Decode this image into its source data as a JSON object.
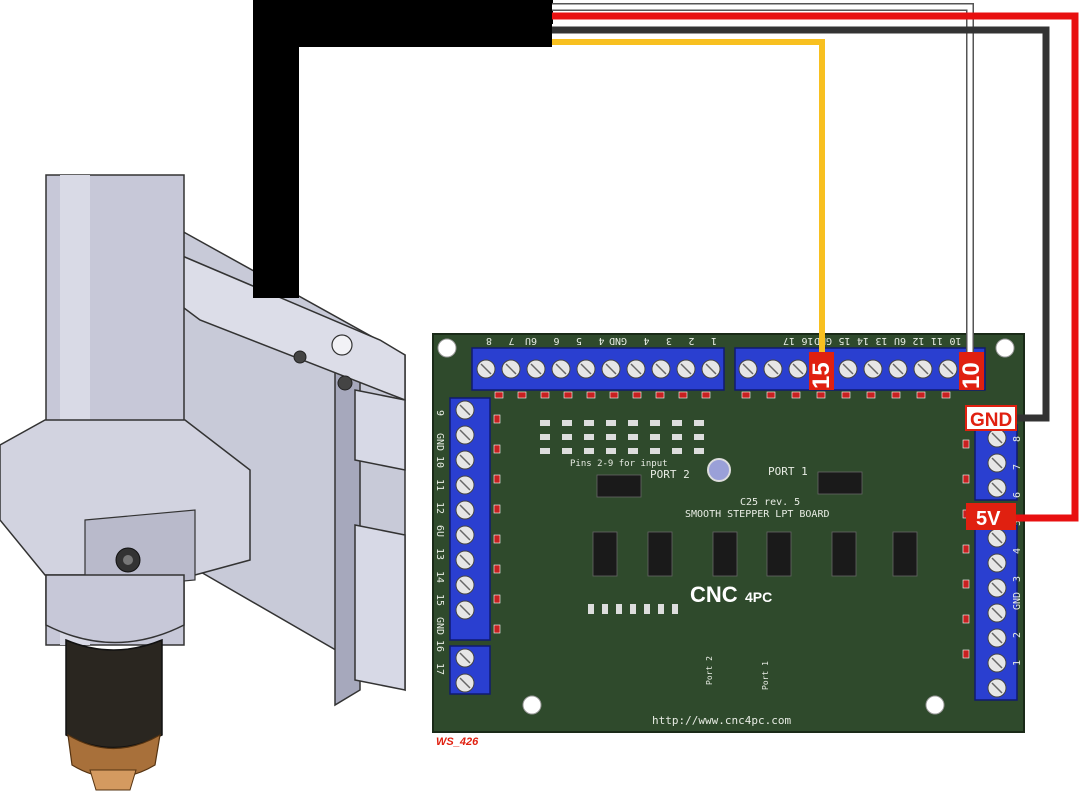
{
  "labels": {
    "pin_15": "15",
    "pin_10": "10",
    "gnd": "GND",
    "v5": "5V",
    "figure_id": "WS_426"
  },
  "board": {
    "brand_main": "CNC",
    "brand_sub": "4PC",
    "model": "C25 rev. 5",
    "name": "SMOOTH STEPPER LPT BOARD",
    "url": "http://www.cnc4pc.com",
    "port1_label": "PORT 1",
    "port2_label": "PORT 2",
    "port2_note": "Pins 2-9 for input",
    "port1_small": "Port 1",
    "port2_small": "Port 2",
    "top_left_pins": [
      "8",
      "7",
      "6U",
      "6",
      "5",
      "4",
      "GND",
      "4",
      "3",
      "2",
      "1"
    ],
    "top_right_pins": [
      "17",
      "16",
      "GND",
      "15",
      "14",
      "13",
      "6U",
      "12",
      "11",
      "10"
    ],
    "left_pins": [
      "9",
      "GND",
      "10",
      "11",
      "12",
      "6U",
      "13",
      "14",
      "15",
      "GND",
      "16",
      "17"
    ],
    "right_pins": [
      "8",
      "7",
      "6",
      "5",
      "4",
      "3",
      "GND",
      "2",
      "1"
    ]
  },
  "colors": {
    "pcb": "#2f4a2c",
    "terminal": "#2a3fd0",
    "wire_red": "#e81010",
    "wire_yellow": "#f8c020",
    "wire_black": "#333333",
    "label_red": "#e02010"
  }
}
